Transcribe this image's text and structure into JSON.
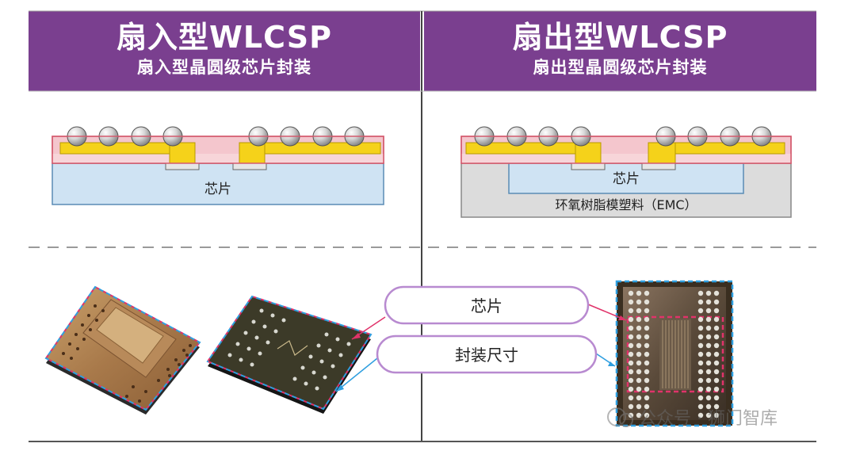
{
  "left": {
    "title": "扇入型WLCSP",
    "subtitle": "扇入型晶圆级芯片封装",
    "chip_label": "芯片"
  },
  "right": {
    "title": "扇出型WLCSP",
    "subtitle": "扇出型晶圆级芯片封装",
    "chip_label": "芯片",
    "emc_label": "环氧树脂模塑料（EMC）"
  },
  "callouts": {
    "chip": "芯片",
    "package_size": "封装尺寸"
  },
  "watermark": "公众号 · 狮门智库",
  "colors": {
    "header_bg": "#7a3f8f",
    "chip_outline": "#e0336a",
    "package_outline": "#2f9fe0",
    "callout_border": "#b88ad0"
  }
}
